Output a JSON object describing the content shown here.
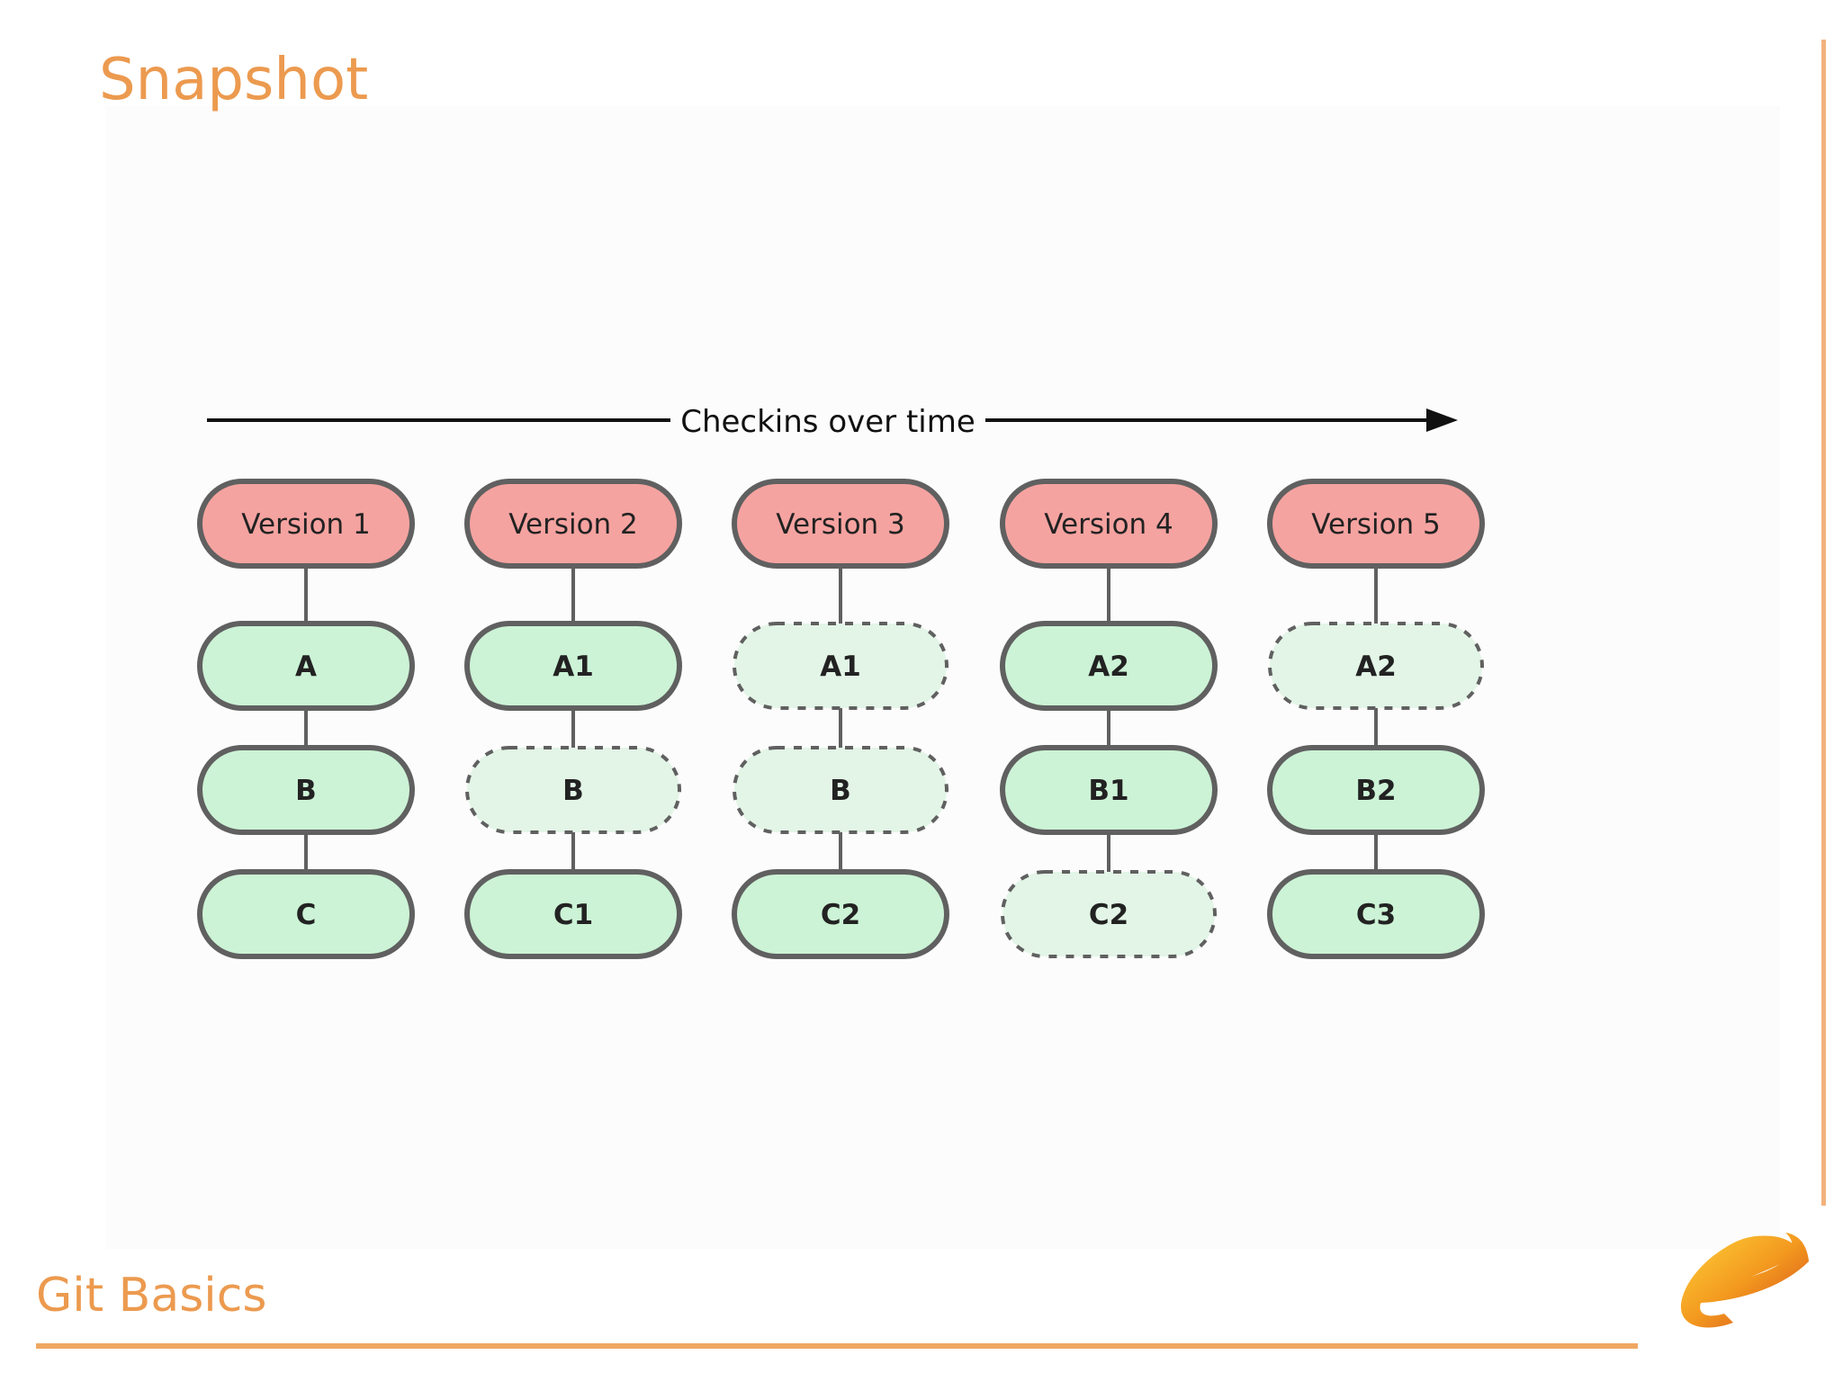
{
  "slide": {
    "title": "Snapshot",
    "footer": "Git Basics"
  },
  "diagram": {
    "timeline_label": "Checkins over time",
    "versions": [
      {
        "label": "Version 1",
        "files": [
          {
            "name": "A",
            "changed": true
          },
          {
            "name": "B",
            "changed": true
          },
          {
            "name": "C",
            "changed": true
          }
        ]
      },
      {
        "label": "Version 2",
        "files": [
          {
            "name": "A1",
            "changed": true
          },
          {
            "name": "B",
            "changed": false
          },
          {
            "name": "C1",
            "changed": true
          }
        ]
      },
      {
        "label": "Version 3",
        "files": [
          {
            "name": "A1",
            "changed": false
          },
          {
            "name": "B",
            "changed": false
          },
          {
            "name": "C2",
            "changed": true
          }
        ]
      },
      {
        "label": "Version 4",
        "files": [
          {
            "name": "A2",
            "changed": true
          },
          {
            "name": "B1",
            "changed": true
          },
          {
            "name": "C2",
            "changed": false
          }
        ]
      },
      {
        "label": "Version 5",
        "files": [
          {
            "name": "A2",
            "changed": false
          },
          {
            "name": "B2",
            "changed": true
          },
          {
            "name": "C3",
            "changed": true
          }
        ]
      }
    ]
  },
  "colors": {
    "accent": "#ec9a4f",
    "version_fill": "#f5a3a0",
    "file_fill": "#ccf3d6",
    "file_unchanged_fill": "#e3f5e7",
    "stroke": "#606060"
  },
  "logo": {
    "icon": "e-logo-icon"
  }
}
